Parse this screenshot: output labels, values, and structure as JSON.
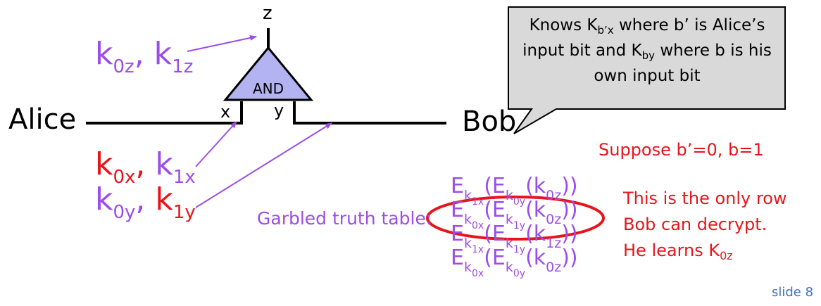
{
  "labels": {
    "z": "z",
    "x": "x",
    "y": "y",
    "and": "AND",
    "alice": "Alice",
    "bob": "Bob"
  },
  "keys": {
    "out": [
      {
        "k": "k",
        "sub": "0z",
        "sep": ", ",
        "color": "purple"
      },
      {
        "k": "k",
        "sub": "1z",
        "sep": "",
        "color": "purple"
      }
    ],
    "x": [
      {
        "k": "k",
        "sub": "0x",
        "sep": ", ",
        "color": "red"
      },
      {
        "k": "k",
        "sub": "1x",
        "sep": "",
        "color": "purple"
      }
    ],
    "y": [
      {
        "k": "k",
        "sub": "0y",
        "sep": ", ",
        "color": "purple"
      },
      {
        "k": "k",
        "sub": "1y",
        "sep": "",
        "color": "red"
      }
    ]
  },
  "bubble": {
    "p1": "Knows K",
    "p1_sub": "b’x",
    "p2": " where b’ is Alice’s input bit and K",
    "p2_sub": "by",
    "p3": " where b is his own input bit"
  },
  "suppose": "Suppose b’=0, b=1",
  "garbled_label": "Garbled truth table:",
  "table_rows": [
    {
      "outer": "1x",
      "inner": "0y",
      "result": "0z"
    },
    {
      "outer": "0x",
      "inner": "1y",
      "result": "0z"
    },
    {
      "outer": "1x",
      "inner": "1y",
      "result": "1z"
    },
    {
      "outer": "0x",
      "inner": "0y",
      "result": "0z"
    }
  ],
  "notes": {
    "line1": "This is the only row",
    "line2": "Bob can decrypt.",
    "line3": "He learns K",
    "line3_sub": "0z"
  },
  "footer": "slide 8",
  "colors": {
    "purple": "#9b4dea",
    "red": "#e8141b",
    "gate_fill": "#b3b3f2",
    "bubble_fill": "#d9d9d9",
    "footer": "#3b73c4"
  }
}
